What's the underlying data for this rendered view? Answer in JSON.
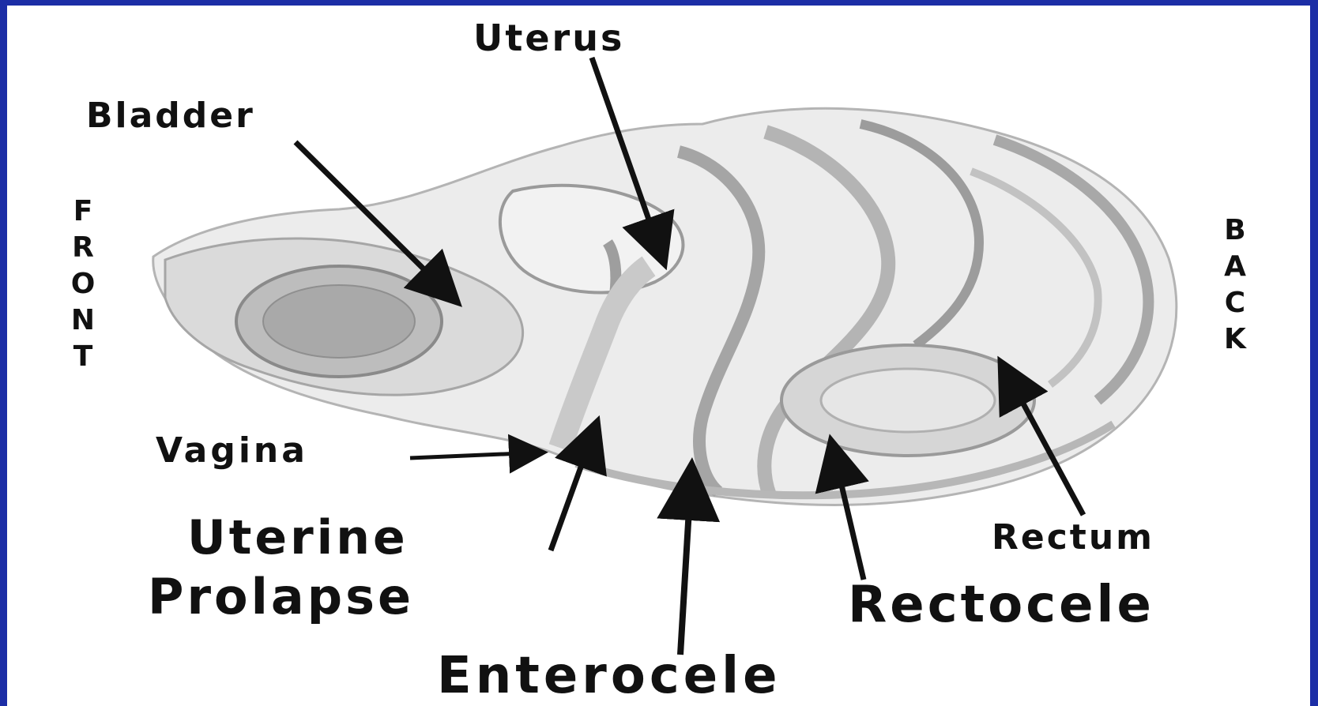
{
  "labels": {
    "uterus": "Uterus",
    "bladder": "Bladder",
    "vagina": "Vagina",
    "uterine": "Uterine",
    "prolapse": "Prolapse",
    "rectum": "Rectum",
    "rectocele": "Rectocele",
    "enterocele": "Enterocele",
    "front": "FRONT",
    "back": "BACK"
  },
  "colors": {
    "border": "#1c2ea6",
    "background": "#ffffff",
    "text": "#111111",
    "tissue_light": "#e6e6e6",
    "tissue_mid": "#c4c4c4",
    "tissue_dark": "#8e8e8e"
  }
}
